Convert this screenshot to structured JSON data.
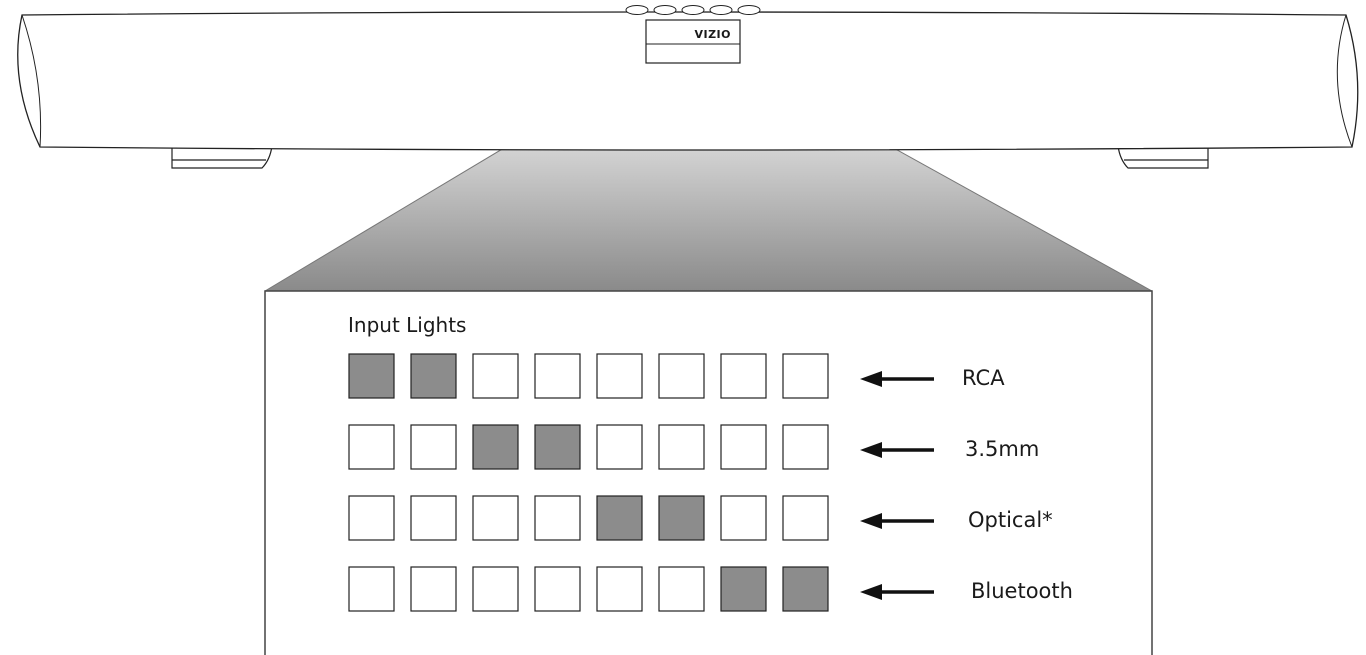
{
  "soundbar": {
    "brand": "VIZIO",
    "top_button_count": 5
  },
  "panel": {
    "title": "Input Lights",
    "lights_per_row": 8,
    "lit_color": "#8c8c8c",
    "unlit_color": "#ffffff",
    "rows": [
      {
        "label": "RCA",
        "lit": [
          1,
          2
        ]
      },
      {
        "label": "3.5mm",
        "lit": [
          3,
          4
        ]
      },
      {
        "label": "Optical*",
        "lit": [
          5,
          6
        ]
      },
      {
        "label": "Bluetooth",
        "lit": [
          7,
          8
        ]
      }
    ]
  }
}
